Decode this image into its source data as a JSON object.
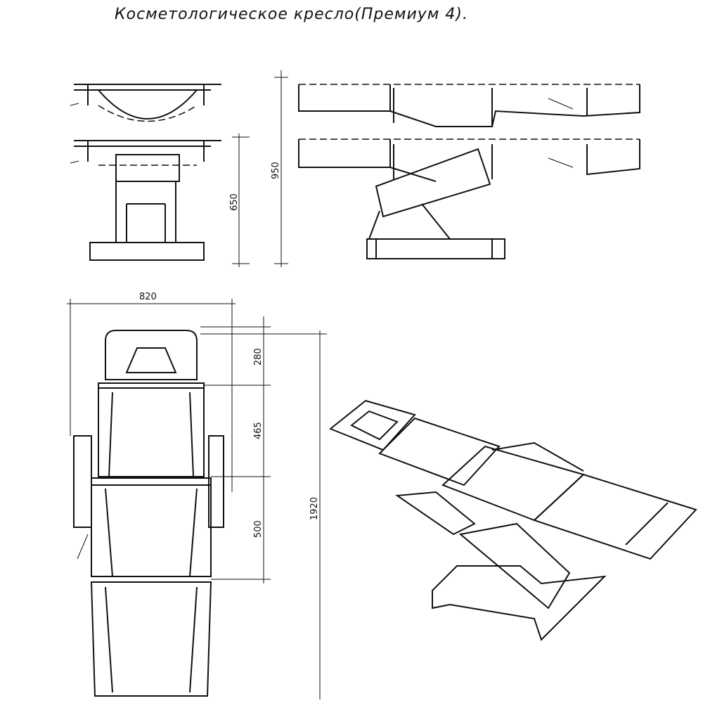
{
  "title": "Косметологическое кресло(Премиум 4).",
  "dimensions": {
    "total_height": "950",
    "seat_height": "650",
    "width": "820",
    "head_section": "280",
    "back_section": "465",
    "seat_section": "500",
    "total_length": "1920"
  }
}
